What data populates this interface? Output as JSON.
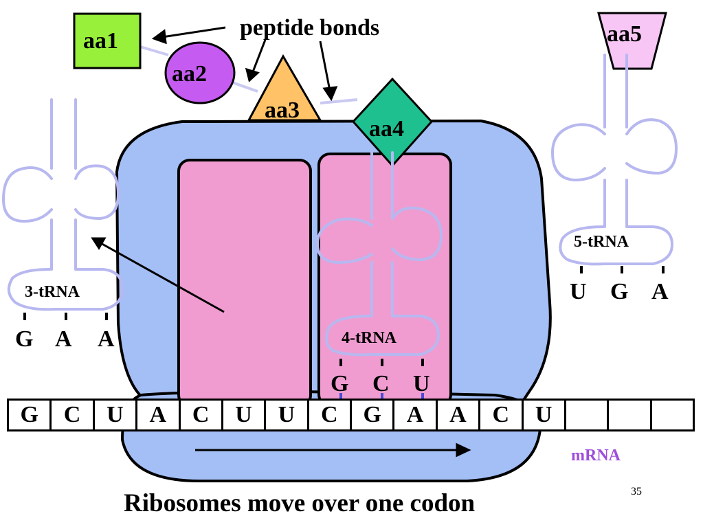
{
  "amino_acids": {
    "aa1": "aa1",
    "aa2": "aa2",
    "aa3": "aa3",
    "aa4": "aa4",
    "aa5": "aa5"
  },
  "peptide_bonds_label": "peptide bonds",
  "trnas": {
    "t3": {
      "label": "3-tRNA",
      "anticodon": [
        "G",
        "A",
        "A"
      ]
    },
    "t4": {
      "label": "4-tRNA",
      "anticodon": [
        "G",
        "C",
        "U"
      ]
    },
    "t5": {
      "label": "5-tRNA",
      "anticodon": [
        "U",
        "G",
        "A"
      ]
    }
  },
  "mrna": {
    "label": "mRNA",
    "bases": [
      "G",
      "C",
      "U",
      "A",
      "C",
      "U",
      "U",
      "C",
      "G",
      "A",
      "A",
      "C",
      "U",
      "",
      "",
      ""
    ]
  },
  "caption": "Ribosomes move over one codon",
  "slide_number": "35",
  "colors": {
    "ribosome_blue": "#a4bff5",
    "site_pink": "#f09cd0",
    "aa1_green": "#99f03a",
    "aa2_purple": "#c55bf0",
    "aa3_orange": "#ffc266",
    "aa4_teal": "#1ec08f",
    "aa5_pink": "#f7c6f5",
    "trna_outline": "#b8b8f0",
    "mrna_label_purple": "#9d4ddb"
  }
}
